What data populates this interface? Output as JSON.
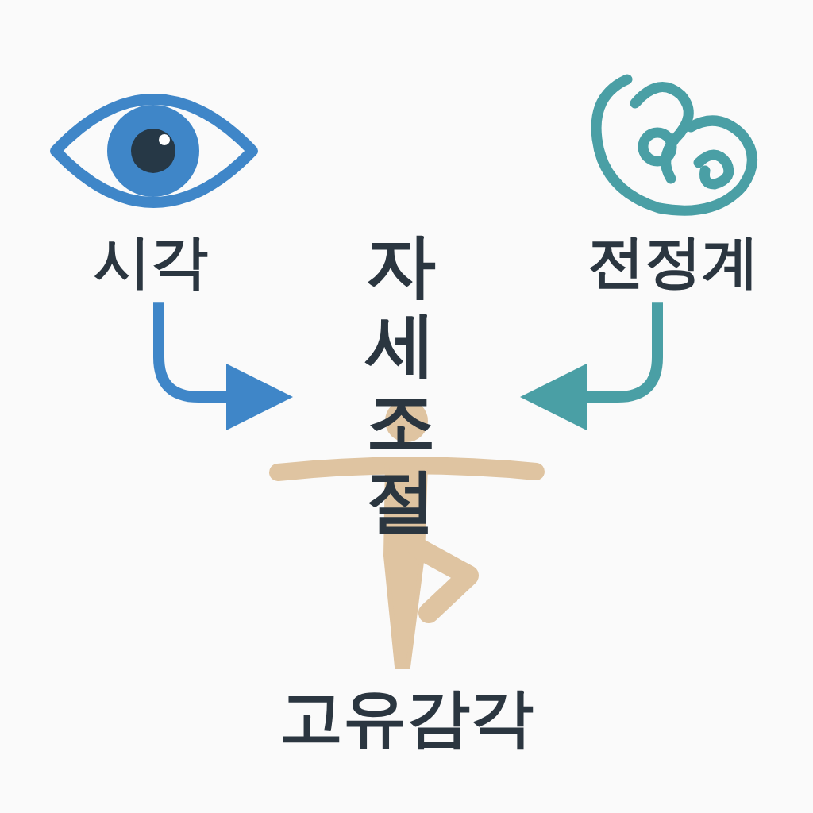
{
  "diagram": {
    "title": "자세 조절",
    "nodes": [
      {
        "text": [
          "시각"
        ]
      },
      {
        "text": [
          "전정계"
        ]
      },
      {
        "text": [
          "고유감각"
        ]
      }
    ],
    "edges": [
      {
        "from": 0,
        "to": 2,
        "arrow": "to"
      },
      {
        "from": 1,
        "to": 2,
        "arrow": "to"
      }
    ]
  }
}
